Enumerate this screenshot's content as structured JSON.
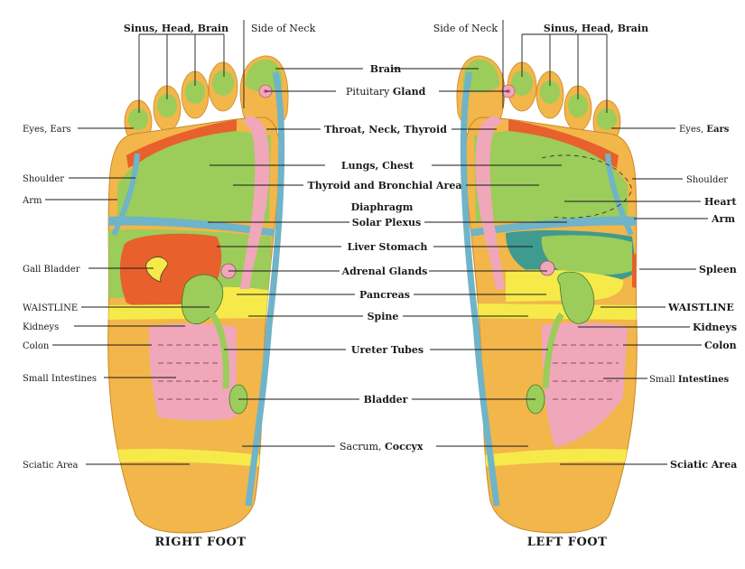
{
  "colors": {
    "orange": "#f2b64a",
    "yellow": "#f6ea4a",
    "green": "#9ccc5a",
    "blue": "#6fb4c8",
    "pink": "#f0a7ba",
    "red": "#e8602c",
    "teal": "#3f9a8f"
  },
  "titles": {
    "right_foot": "RIGHT FOOT",
    "left_foot": "LEFT FOOT"
  },
  "labels": {
    "sinus_head_brain_r": "Sinus, Head, Brain",
    "side_of_neck_r": "Side of Neck",
    "side_of_neck_l": "Side of Neck",
    "sinus_head_brain_l": "Sinus, Head, Brain",
    "brain": "Brain",
    "pituitary_a": "Pituitary ",
    "pituitary_b": "Gland",
    "throat": "Throat, Neck, Thyroid",
    "eyes_ears_r": "Eyes, Ears",
    "eyes_ears_l_a": "Eyes, ",
    "eyes_ears_l_b": "Ears",
    "lungs": "Lungs, Chest",
    "shoulder_r": "Shoulder",
    "shoulder_l": "Shoulder",
    "thyroid_bronchial": "Thyroid and Bronchial Area",
    "arm_r": "Arm",
    "arm_l": "Arm",
    "heart": "Heart",
    "diaphragm": "Diaphragm",
    "solar_plexus": "Solar Plexus",
    "liver_stomach": "Liver  Stomach",
    "gall_bladder": "Gall Bladder",
    "adrenal": "Adrenal Glands",
    "spleen": "Spleen",
    "pancreas": "Pancreas",
    "waistline_r": "WAISTLINE",
    "waistline_l": "WAISTLINE",
    "spine": "Spine",
    "kidneys_r": "Kidneys",
    "kidneys_l": "Kidneys",
    "colon_r": "Colon",
    "colon_l": "Colon",
    "ureter": "Ureter Tubes",
    "small_int_r": "Small Intestines",
    "small_int_l_a": "Small ",
    "small_int_l_b": "Intestines",
    "bladder": "Bladder",
    "sacrum_a": "Sacrum, ",
    "sacrum_b": "Coccyx",
    "sciatic_r": "Sciatic Area",
    "sciatic_l": "Sciatic Area"
  }
}
